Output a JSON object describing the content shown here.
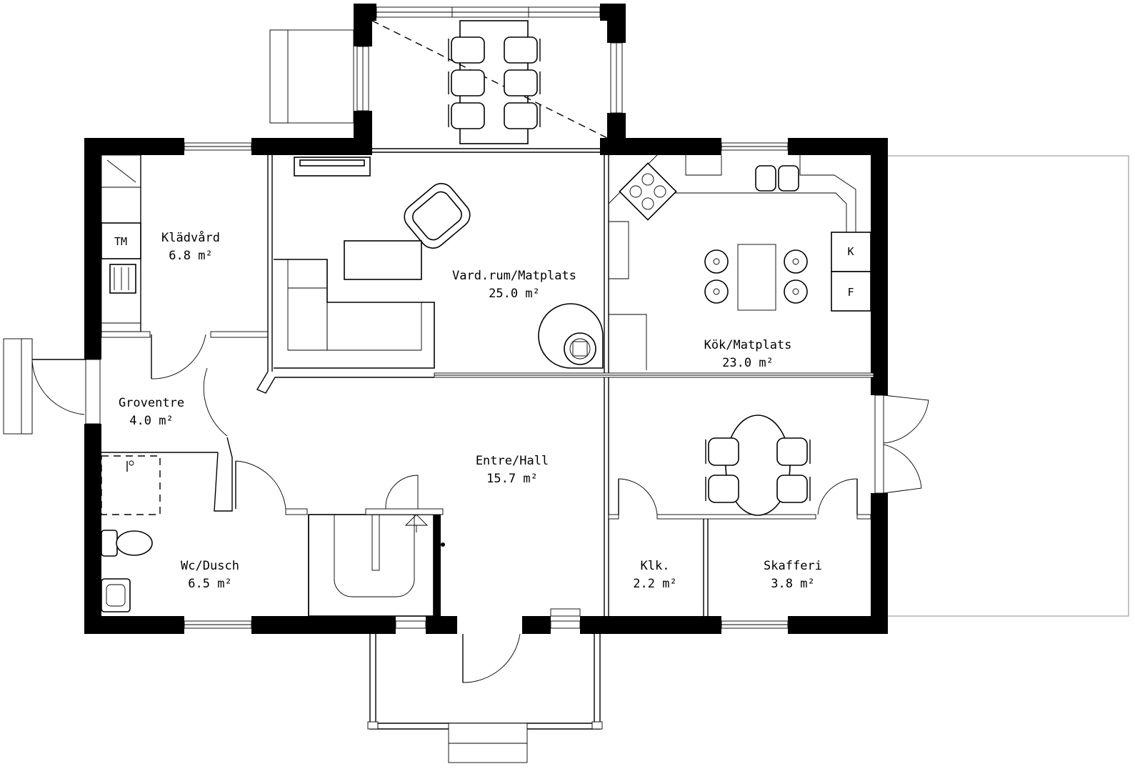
{
  "rooms": {
    "kladvard": {
      "name": "Klädvård",
      "area": "6.8 m²"
    },
    "vardrum": {
      "name": "Vard.rum/Matplats",
      "area": "25.0 m²"
    },
    "kok": {
      "name": "Kök/Matplats",
      "area": "23.0 m²"
    },
    "groventre": {
      "name": "Groventre",
      "area": "4.0 m²"
    },
    "entre": {
      "name": "Entre/Hall",
      "area": "15.7 m²"
    },
    "wc": {
      "name": "Wc/Dusch",
      "area": "6.5 m²"
    },
    "klk": {
      "name": "Klk.",
      "area": "2.2 m²"
    },
    "skafferi": {
      "name": "Skafferi",
      "area": "3.8 m²"
    }
  },
  "fixtures": {
    "tumble_dryer": "TM",
    "fridge": "K",
    "freezer": "F"
  }
}
